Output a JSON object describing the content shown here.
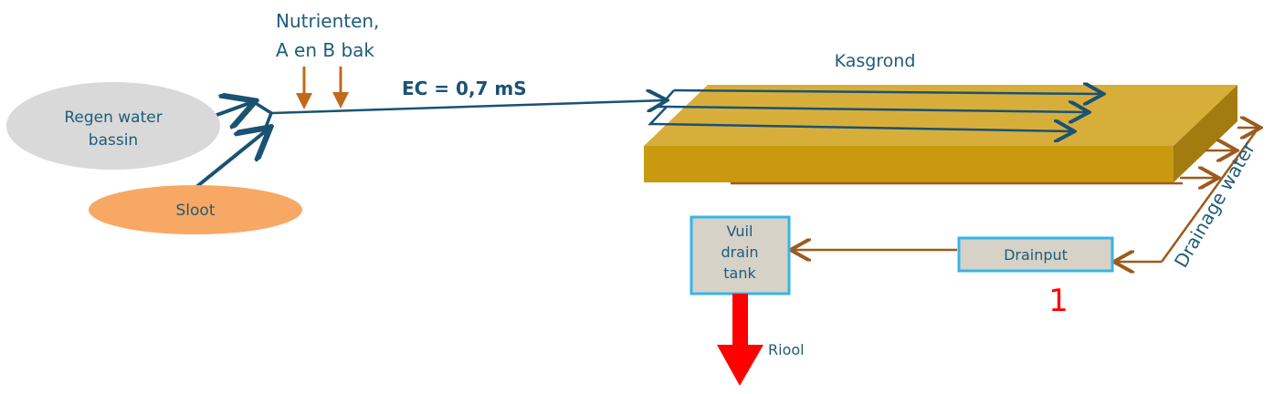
{
  "labels": {
    "nutrients_line1": "Nutrienten,",
    "nutrients_line2": "A en B bak",
    "ec": "EC = 0,7 mS",
    "kasgrond": "Kasgrond",
    "regen_line1": "Regen water",
    "regen_line2": "bassin",
    "sloot": "Sloot",
    "vuil_line1": "Vuil",
    "vuil_line2": "drain",
    "vuil_line3": "tank",
    "drainput": "Drainput",
    "drainage": "Drainage water",
    "riool": "Riool",
    "number": "1"
  },
  "colors": {
    "blue_text": "#1f5c78",
    "flow_blue": "#1a5273",
    "brown": "#9c5a1e",
    "nutrient_arrow": "#c06a1a",
    "gold_top": "#d8ae3b",
    "gold_front": "#c99a10",
    "gold_side": "#a27c0e",
    "grey_ellipse": "#d9d9d9",
    "orange_ellipse": "#f7a865",
    "box_fill": "#d6d2c8",
    "box_border": "#37b4e8",
    "red": "#ff0000"
  }
}
